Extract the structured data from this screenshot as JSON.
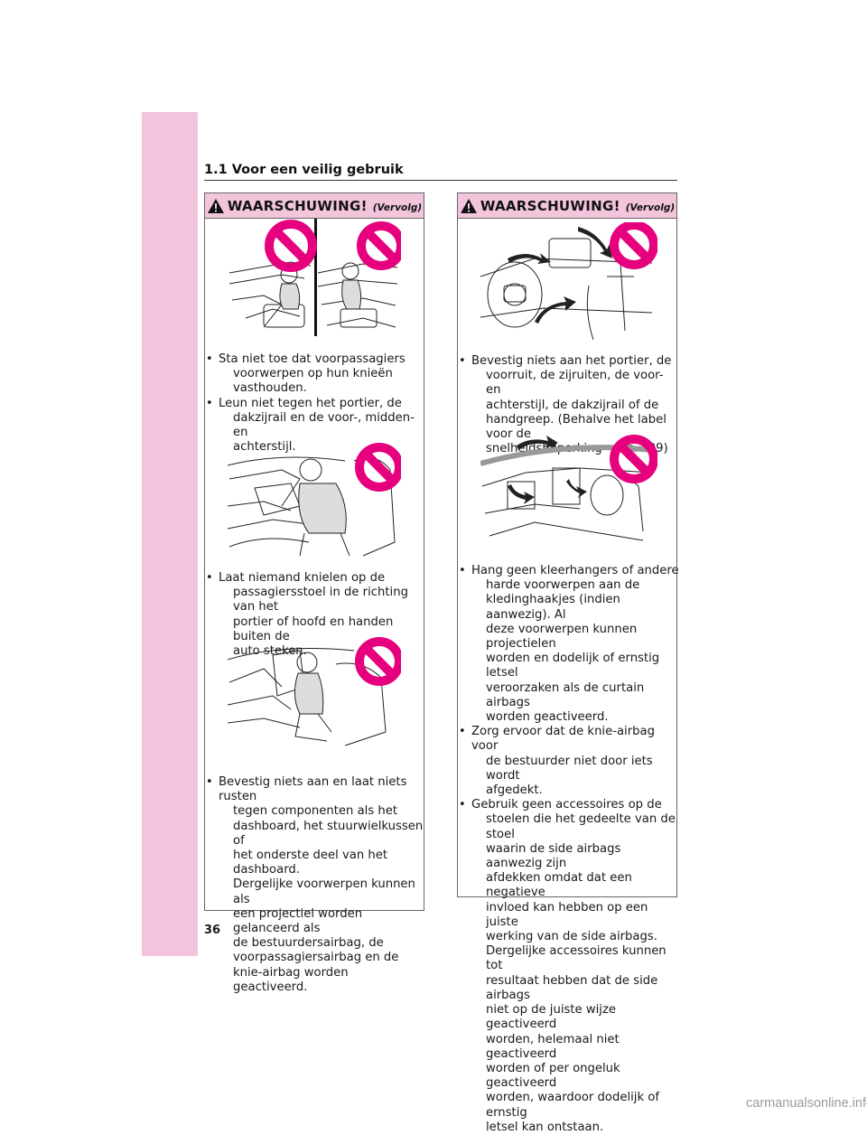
{
  "section_title": "1.1 Voor een veilig gebruik",
  "page_number": "36",
  "watermark": "carmanualsonline.info",
  "colors": {
    "tab_pink": "#f2c5dd",
    "prohibit_pink": "#e6007e"
  },
  "left_box": {
    "title": "WAARSCHUWING!",
    "subtitle": "(Vervolg)",
    "bullets_1": [
      {
        "text": "Sta niet toe dat voorpassagiers"
      },
      {
        "text": "voorwerpen op hun knieën"
      },
      {
        "text": "vasthouden."
      },
      {
        "text": "Leun niet tegen het portier, de"
      },
      {
        "text": "dakzijrail en de voor-, midden- en"
      },
      {
        "text": "achterstijl."
      }
    ],
    "bullets_2": [
      {
        "text": "Laat niemand knielen op de"
      },
      {
        "text": "passagiersstoel in de richting van het"
      },
      {
        "text": "portier of hoofd en handen buiten de"
      },
      {
        "text": "auto steken."
      }
    ],
    "bullets_3": [
      {
        "text": "Bevestig niets aan en laat niets rusten"
      },
      {
        "text": "tegen componenten als het"
      },
      {
        "text": "dashboard, het stuurwielkussen of"
      },
      {
        "text": "het onderste deel van het dashboard."
      },
      {
        "text": "Dergelijke voorwerpen kunnen als"
      },
      {
        "text": "een projectiel worden gelanceerd als"
      },
      {
        "text": "de bestuurdersairbag, de"
      },
      {
        "text": "voorpassagiersairbag en de"
      },
      {
        "text": "knie-airbag worden geactiveerd."
      }
    ]
  },
  "right_box": {
    "title": "WAARSCHUWING!",
    "subtitle": "(Vervolg)",
    "bullets_1": [
      {
        "text": "Bevestig niets aan het portier, de"
      },
      {
        "text": "voorruit, de zijruiten, de voor- en"
      },
      {
        "text": "achterstijl, de dakzijrail of de"
      },
      {
        "text": "handgreep. (Behalve het label voor de"
      },
      {
        "text": "snelheidsbeperking →blz. 409)"
      }
    ],
    "bullets_2": [
      {
        "text": "Hang geen kleerhangers of andere"
      },
      {
        "text": "harde voorwerpen aan de"
      },
      {
        "text": "kledinghaakjes (indien aanwezig). Al"
      },
      {
        "text": "deze voorwerpen kunnen projectielen"
      },
      {
        "text": "worden en dodelijk of ernstig letsel"
      },
      {
        "text": "veroorzaken als de curtain airbags"
      },
      {
        "text": "worden geactiveerd."
      },
      {
        "text": "Zorg ervoor dat de knie-airbag voor"
      },
      {
        "text": "de bestuurder niet door iets wordt"
      },
      {
        "text": "afgedekt."
      },
      {
        "text": "Gebruik geen accessoires op de"
      },
      {
        "text": "stoelen die het gedeelte van de stoel"
      },
      {
        "text": "waarin de side airbags aanwezig zijn"
      },
      {
        "text": "afdekken omdat dat een negatieve"
      },
      {
        "text": "invloed kan hebben op een juiste"
      },
      {
        "text": "werking van de side airbags."
      },
      {
        "text": "Dergelijke accessoires kunnen tot"
      },
      {
        "text": "resultaat hebben dat de side airbags"
      },
      {
        "text": "niet op de juiste wijze geactiveerd"
      },
      {
        "text": "worden, helemaal niet geactiveerd"
      },
      {
        "text": "worden of per ongeluk geactiveerd"
      },
      {
        "text": "worden, waardoor dodelijk of ernstig"
      },
      {
        "text": "letsel kan ontstaan."
      }
    ]
  },
  "icons": {
    "warning": "warning-triangle-icon",
    "prohibition": "prohibition-icon"
  }
}
